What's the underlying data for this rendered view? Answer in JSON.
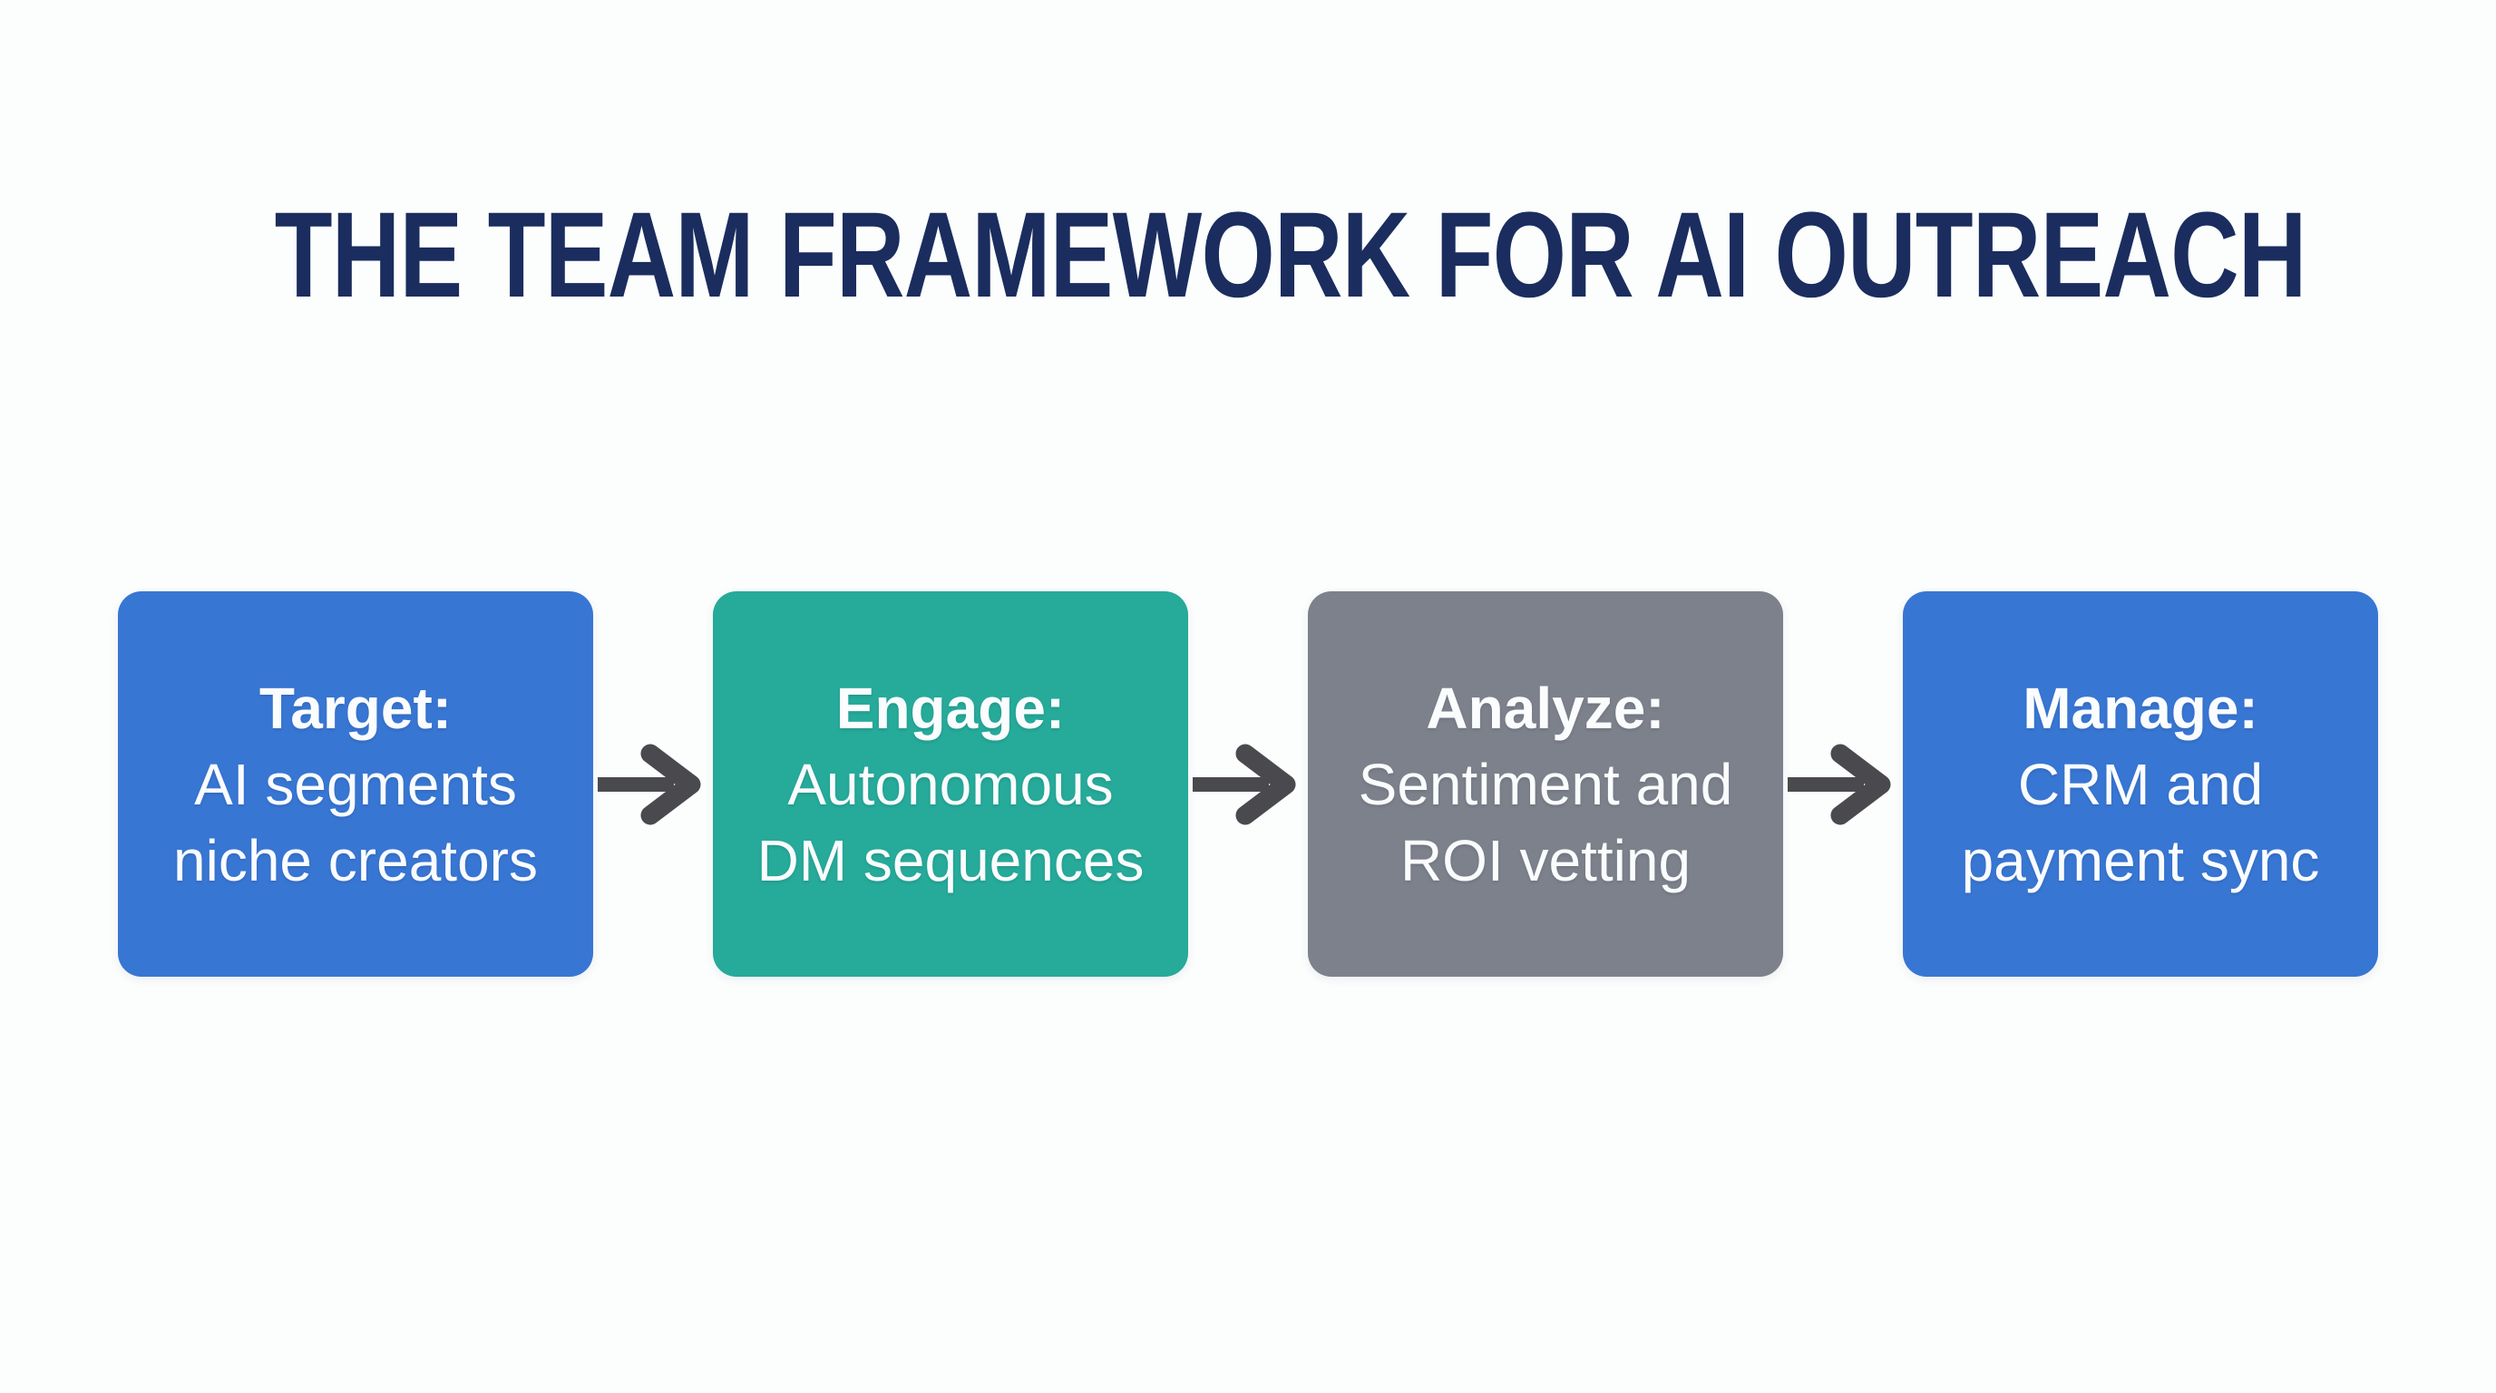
{
  "title": "THE TEAM FRAMEWORK FOR AI OUTREACH",
  "colors": {
    "background": "#fcfdfd",
    "title_text": "#1a2d5e",
    "arrow": "#4a4a4e",
    "box_text": "#fafcfe",
    "blue": "#3876d3",
    "teal": "#26aa9a",
    "gray": "#7c818b"
  },
  "icons": {
    "connector": "arrow-right-icon"
  },
  "steps": [
    {
      "heading": "Target:",
      "line1": "AI segments",
      "line2": "niche creators",
      "color": "#3876d3"
    },
    {
      "heading": "Engage:",
      "line1": "Autonomous",
      "line2": "DM sequences",
      "color": "#26aa9a"
    },
    {
      "heading": "Analyze:",
      "line1": "Sentiment and",
      "line2": "ROI vetting",
      "color": "#7c818b"
    },
    {
      "heading": "Manage:",
      "line1": "CRM and",
      "line2": "payment sync",
      "color": "#3876d3"
    }
  ]
}
